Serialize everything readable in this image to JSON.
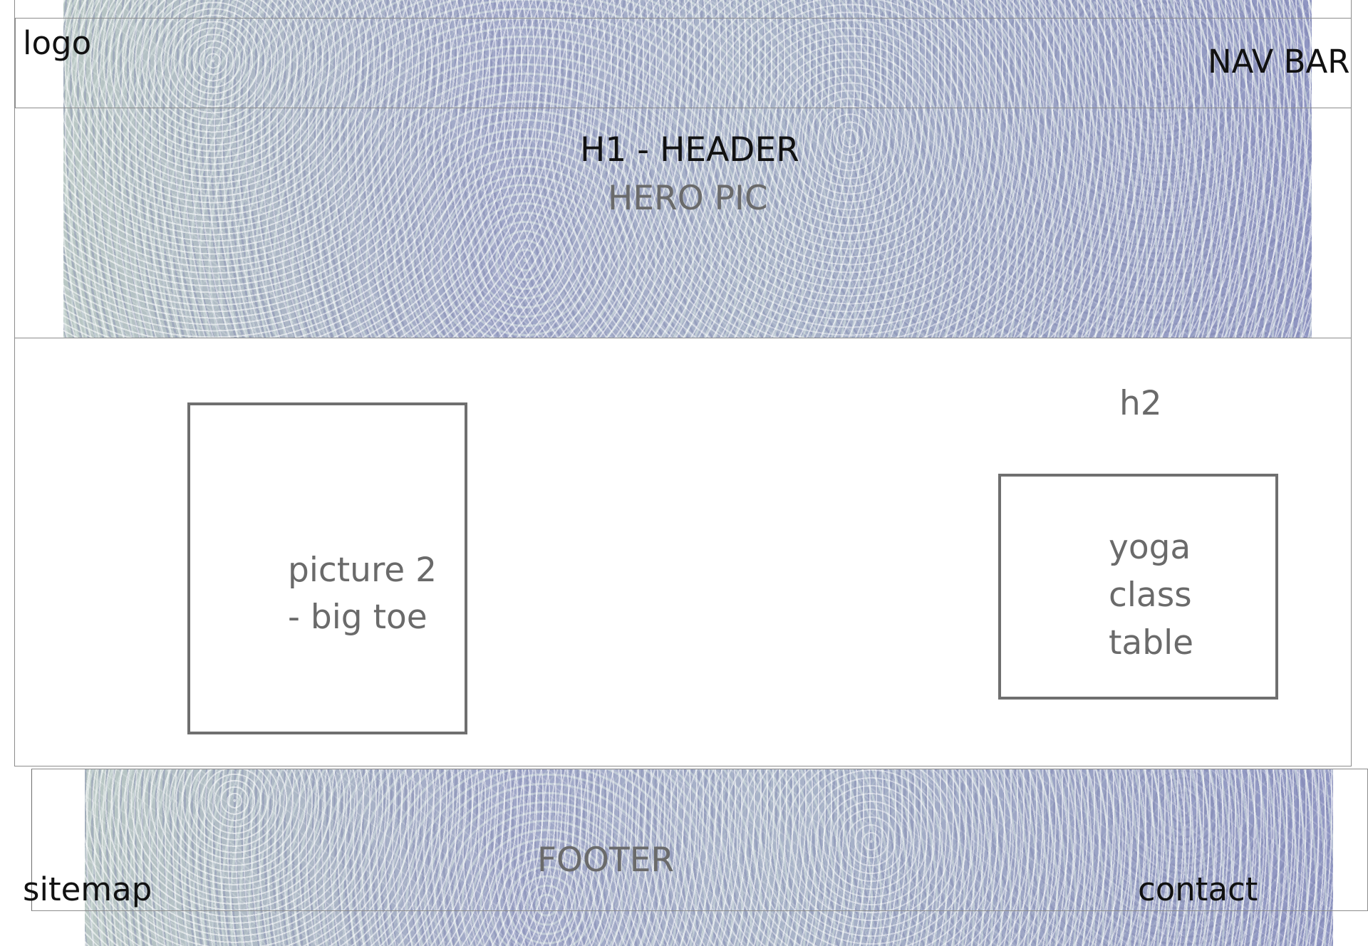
{
  "header": {
    "logo": "logo",
    "nav_bar": "NAV BAR",
    "h1": "H1 - HEADER",
    "hero_pic": "HERO PIC"
  },
  "main": {
    "h2": "h2",
    "picture": [
      "picture 2",
      "- big toe"
    ],
    "table": [
      "yoga",
      "class",
      "table"
    ]
  },
  "footer": {
    "label": "FOOTER",
    "sitemap": "sitemap",
    "contact": "contact"
  },
  "colors": {
    "box_border": "#6f6f6f",
    "frame_border": "#8c8c8c",
    "dark_text": "#111111",
    "muted_text": "#6a6a6a",
    "water_blue": "#9fa6c8",
    "water_green": "#b9c7c4"
  }
}
